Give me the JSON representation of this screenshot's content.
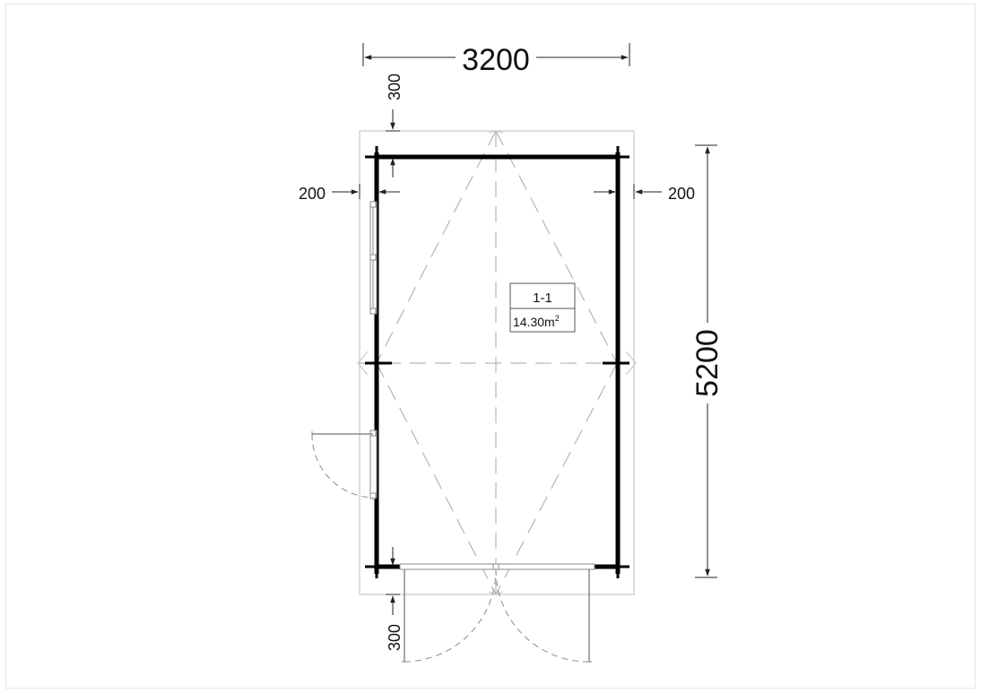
{
  "dimensions": {
    "width": "3200",
    "height": "5200",
    "overhang_top": "300",
    "overhang_bottom": "300",
    "overhang_left": "200",
    "overhang_right": "200"
  },
  "room": {
    "label": "1-1",
    "area_number": "14.30m",
    "area_unit_exp": "2"
  },
  "colors": {
    "wall": "#000000",
    "roof_dash": "#9a9a9a",
    "window": "#8a8a8a",
    "text": "#111111"
  },
  "icons": {
    "arrow": "arrowhead-icon"
  }
}
